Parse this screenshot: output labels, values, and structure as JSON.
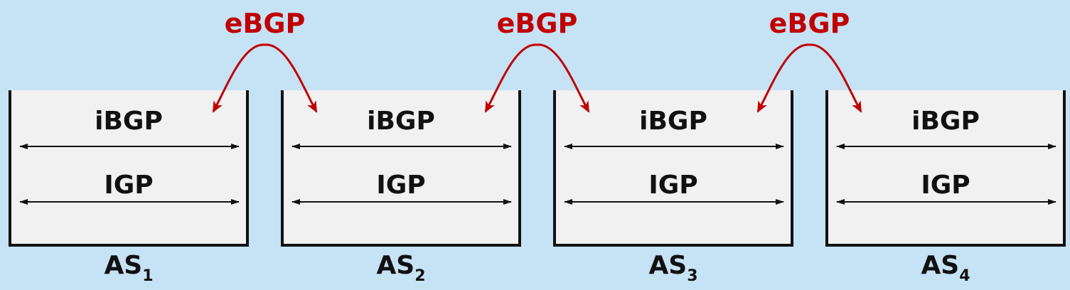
{
  "ebgp_label": "eBGP",
  "colors": {
    "background": "#c6e2f5",
    "box": "#f1f1f1",
    "ebgp": "#c00000",
    "line": "#111111"
  },
  "systems": [
    {
      "name": "AS",
      "sub": "1",
      "ibgp": "iBGP",
      "igp": "IGP"
    },
    {
      "name": "AS",
      "sub": "2",
      "ibgp": "iBGP",
      "igp": "IGP"
    },
    {
      "name": "AS",
      "sub": "3",
      "ibgp": "iBGP",
      "igp": "IGP"
    },
    {
      "name": "AS",
      "sub": "4",
      "ibgp": "iBGP",
      "igp": "IGP"
    }
  ],
  "links": [
    {
      "from": 1,
      "to": 2,
      "label": "eBGP"
    },
    {
      "from": 2,
      "to": 3,
      "label": "eBGP"
    },
    {
      "from": 3,
      "to": 4,
      "label": "eBGP"
    }
  ]
}
